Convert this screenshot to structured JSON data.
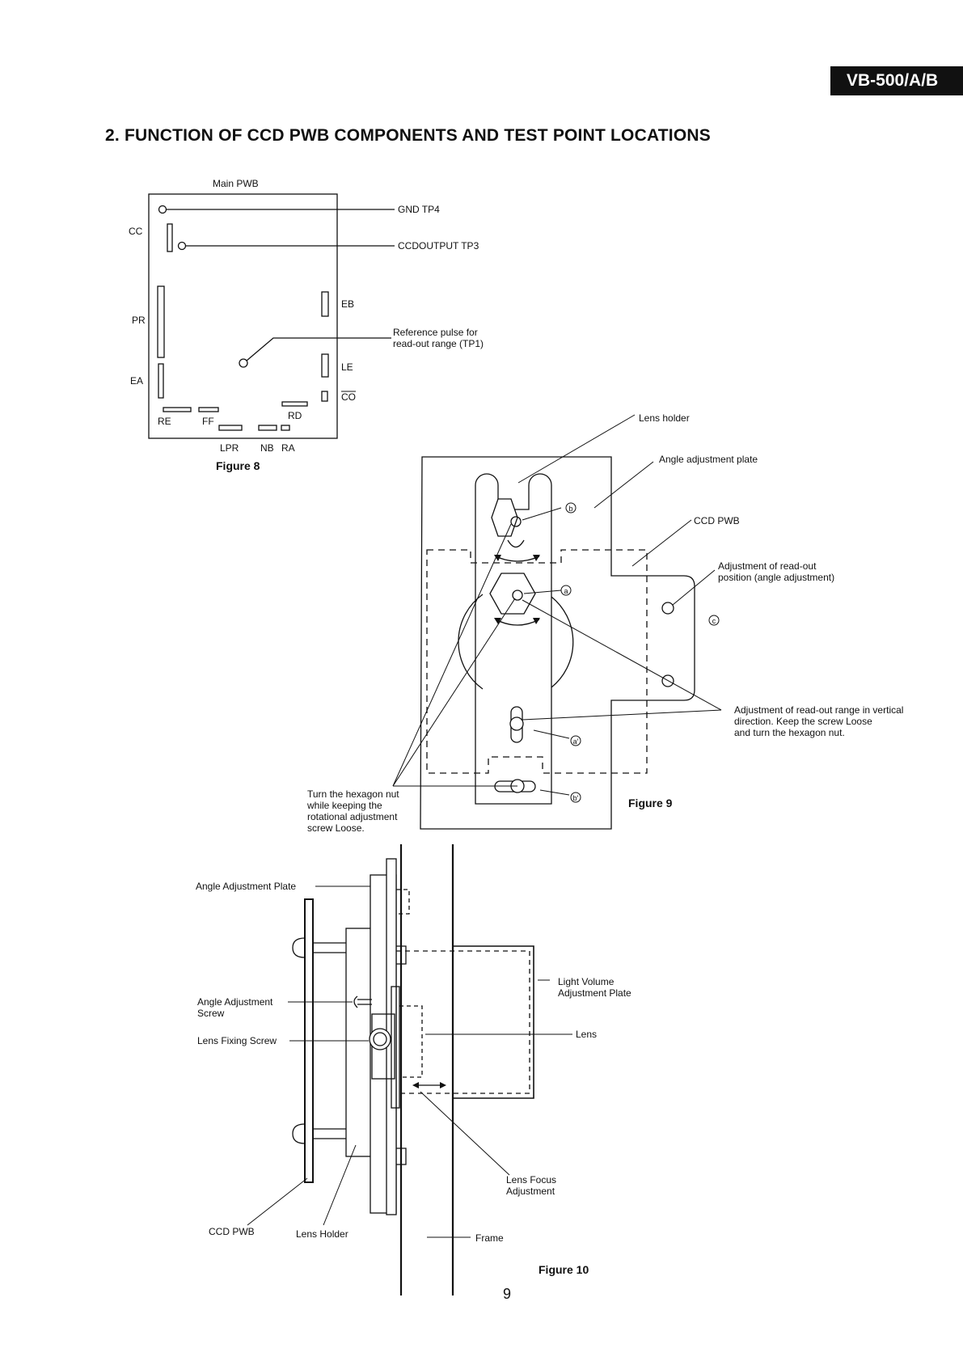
{
  "header": {
    "model": "VB-500/A/B"
  },
  "section": {
    "title": "2. FUNCTION OF CCD PWB COMPONENTS AND TEST POINT LOCATIONS"
  },
  "figure8": {
    "caption": "Figure 8",
    "board_label": "Main PWB",
    "connectors": {
      "cc": "CC",
      "pr": "PR",
      "ea": "EA",
      "re": "RE",
      "ff": "FF",
      "lpr": "LPR",
      "nb": "NB",
      "ra": "RA",
      "rd": "RD",
      "eb": "EB",
      "le": "LE",
      "co": "CO"
    },
    "callouts": {
      "gnd": "GND TP4",
      "ccd_output": "CCDOUTPUT TP3",
      "ref_pulse_1": "Reference pulse for",
      "ref_pulse_2": "read-out range (TP1)"
    }
  },
  "figure9": {
    "caption": "Figure 9",
    "labels": {
      "lens_holder": "Lens holder",
      "angle_plate": "Angle adjustment plate",
      "ccd_pwb": "CCD PWB",
      "readout_pos_1": "Adjustment of read-out",
      "readout_pos_2": "position (angle adjustment)",
      "readout_range_1": "Adjustment of read-out range in vertical",
      "readout_range_2": "direction. Keep the screw Loose",
      "readout_range_3": "and turn the hexagon nut.",
      "hex_nut_1": "Turn the hexagon nut",
      "hex_nut_2": "while keeping the",
      "hex_nut_3": "rotational adjustment",
      "hex_nut_4": "screw Loose."
    },
    "markers": {
      "a": "a",
      "b": "b",
      "c": "c",
      "a_prime": "a′",
      "b_prime": "b′"
    }
  },
  "figure10": {
    "caption": "Figure 10",
    "labels": {
      "angle_plate": "Angle Adjustment Plate",
      "angle_screw_1": "Angle Adjustment",
      "angle_screw_2": "Screw",
      "lens_fixing": "Lens Fixing Screw",
      "light_volume_1": "Light Volume",
      "light_volume_2": "Adjustment Plate",
      "lens": "Lens",
      "focus_1": "Lens Focus",
      "focus_2": "Adjustment",
      "ccd_pwb": "CCD PWB",
      "lens_holder": "Lens Holder",
      "frame": "Frame"
    }
  },
  "footer": {
    "page_number": "9"
  }
}
